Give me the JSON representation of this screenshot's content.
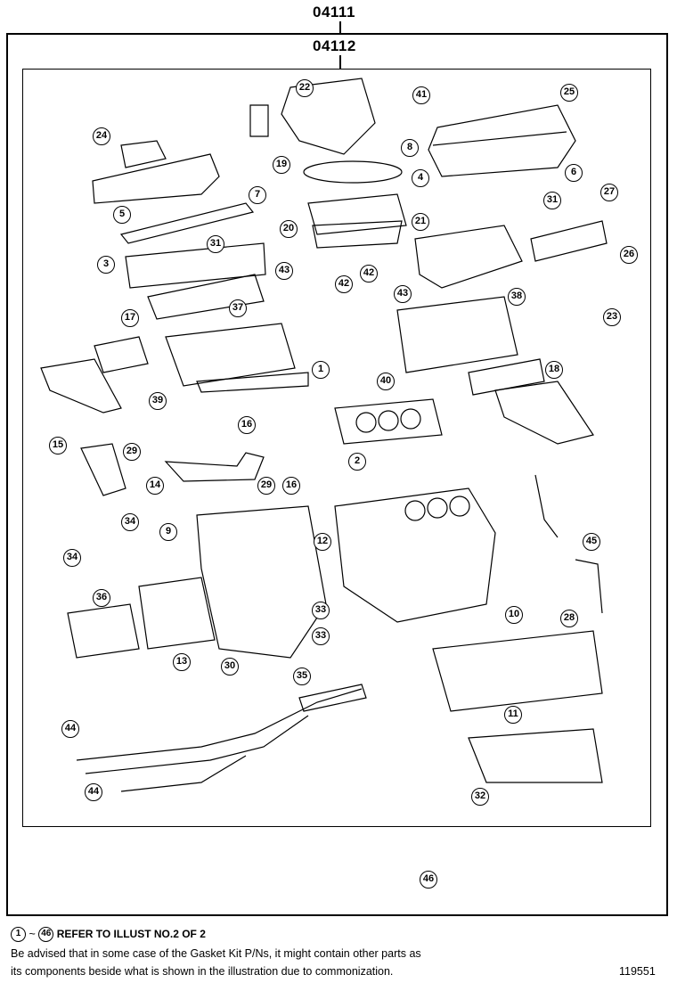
{
  "header": {
    "assembly_code": "04111",
    "kit_code": "04112"
  },
  "callouts": [
    {
      "num": "22"
    },
    {
      "num": "41"
    },
    {
      "num": "25"
    },
    {
      "num": "24"
    },
    {
      "num": "8"
    },
    {
      "num": "6"
    },
    {
      "num": "19"
    },
    {
      "num": "4"
    },
    {
      "num": "27"
    },
    {
      "num": "31"
    },
    {
      "num": "7"
    },
    {
      "num": "5"
    },
    {
      "num": "20"
    },
    {
      "num": "21"
    },
    {
      "num": "31"
    },
    {
      "num": "26"
    },
    {
      "num": "3"
    },
    {
      "num": "43"
    },
    {
      "num": "42"
    },
    {
      "num": "42"
    },
    {
      "num": "43"
    },
    {
      "num": "38"
    },
    {
      "num": "37"
    },
    {
      "num": "23"
    },
    {
      "num": "17"
    },
    {
      "num": "1"
    },
    {
      "num": "18"
    },
    {
      "num": "40"
    },
    {
      "num": "39"
    },
    {
      "num": "16"
    },
    {
      "num": "15"
    },
    {
      "num": "29"
    },
    {
      "num": "2"
    },
    {
      "num": "14"
    },
    {
      "num": "29"
    },
    {
      "num": "16"
    },
    {
      "num": "34"
    },
    {
      "num": "9"
    },
    {
      "num": "45"
    },
    {
      "num": "34"
    },
    {
      "num": "12"
    },
    {
      "num": "36"
    },
    {
      "num": "10"
    },
    {
      "num": "33"
    },
    {
      "num": "28"
    },
    {
      "num": "33"
    },
    {
      "num": "13"
    },
    {
      "num": "30"
    },
    {
      "num": "35"
    },
    {
      "num": "11"
    },
    {
      "num": "44"
    },
    {
      "num": "32"
    },
    {
      "num": "44"
    },
    {
      "num": "46"
    }
  ],
  "footer": {
    "range_start": "1",
    "range_sep": "~",
    "range_end": "46",
    "refer_text": "REFER TO ILLUST NO.2 OF 2",
    "advisory_line1": "Be advised that in some case of the Gasket Kit P/Ns,  it might contain other parts as",
    "advisory_line2": "its components beside what is shown in the illustration due to commonization.",
    "illustration_id": "119551"
  }
}
